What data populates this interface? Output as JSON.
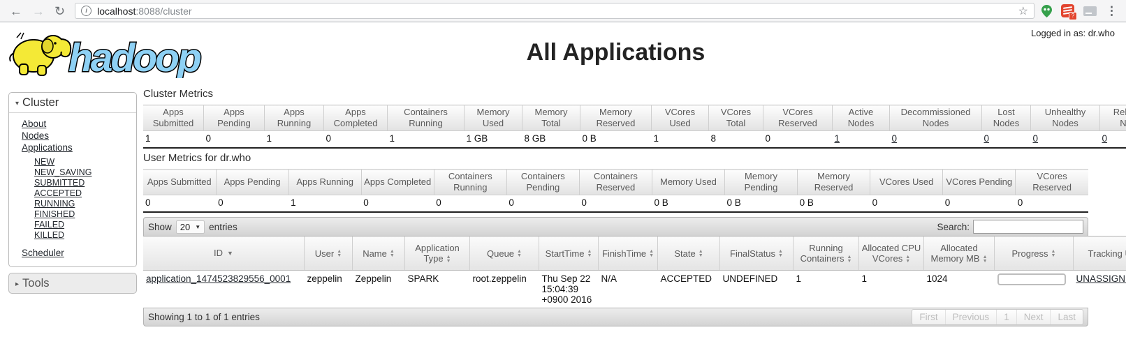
{
  "browser": {
    "url_host": "localhost",
    "url_rest": ":8088/cluster"
  },
  "header": {
    "logo_text": "hadoop",
    "page_title": "All Applications",
    "logged_in_as": "Logged in as: dr.who"
  },
  "sidebar": {
    "cluster_section": "Cluster",
    "cluster_links": [
      "About",
      "Nodes",
      "Applications"
    ],
    "app_state_links": [
      "NEW",
      "NEW_SAVING",
      "SUBMITTED",
      "ACCEPTED",
      "RUNNING",
      "FINISHED",
      "FAILED",
      "KILLED"
    ],
    "scheduler_link": "Scheduler",
    "tools_section": "Tools"
  },
  "cluster_metrics": {
    "title": "Cluster Metrics",
    "columns": [
      "Apps Submitted",
      "Apps Pending",
      "Apps Running",
      "Apps Completed",
      "Containers Running",
      "Memory Used",
      "Memory Total",
      "Memory Reserved",
      "VCores Used",
      "VCores Total",
      "VCores Reserved",
      "Active Nodes",
      "Decommissioned Nodes",
      "Lost Nodes",
      "Unhealthy Nodes",
      "Rebooted Nodes"
    ],
    "values": [
      "1",
      "0",
      "1",
      "0",
      "1",
      "1 GB",
      "8 GB",
      "0 B",
      "1",
      "8",
      "0",
      "1",
      "0",
      "0",
      "0",
      "0"
    ]
  },
  "user_metrics": {
    "title": "User Metrics for dr.who",
    "columns": [
      "Apps Submitted",
      "Apps Pending",
      "Apps Running",
      "Apps Completed",
      "Containers Running",
      "Containers Pending",
      "Containers Reserved",
      "Memory Used",
      "Memory Pending",
      "Memory Reserved",
      "VCores Used",
      "VCores Pending",
      "VCores Reserved"
    ],
    "values": [
      "0",
      "0",
      "1",
      "0",
      "0",
      "0",
      "0",
      "0 B",
      "0 B",
      "0 B",
      "0",
      "0",
      "0"
    ]
  },
  "apps_table": {
    "show_label": "Show",
    "page_size": "20",
    "entries_label": "entries",
    "search_label": "Search:",
    "search_value": "",
    "columns": [
      "ID",
      "User",
      "Name",
      "Application Type",
      "Queue",
      "StartTime",
      "FinishTime",
      "State",
      "FinalStatus",
      "Running Containers",
      "Allocated CPU VCores",
      "Allocated Memory MB",
      "Progress",
      "Tracking UI"
    ],
    "row": {
      "id": "application_1474523829556_0001",
      "user": "zeppelin",
      "name": "Zeppelin",
      "application_type": "SPARK",
      "queue": "root.zeppelin",
      "start_time": "Thu Sep 22 15:04:39 +0900 2016",
      "finish_time": "N/A",
      "state": "ACCEPTED",
      "final_status": "UNDEFINED",
      "running_containers": "1",
      "allocated_cpu_vcores": "1",
      "allocated_memory_mb": "1024",
      "progress_percent": 0,
      "tracking_ui": "UNASSIGNED"
    },
    "footer_status": "Showing 1 to 1 of 1 entries",
    "pagination": [
      "First",
      "Previous",
      "1",
      "Next",
      "Last"
    ]
  },
  "colors": {
    "hadoop_blue": "#8ed1f5",
    "elephant_yellow": "#f4e936",
    "link_color": "#24292f",
    "header_grey_top": "#fdfdfd",
    "header_grey_bottom": "#e2e2e2",
    "ext_red": "#e2442e",
    "ext_green": "#35a04b"
  }
}
